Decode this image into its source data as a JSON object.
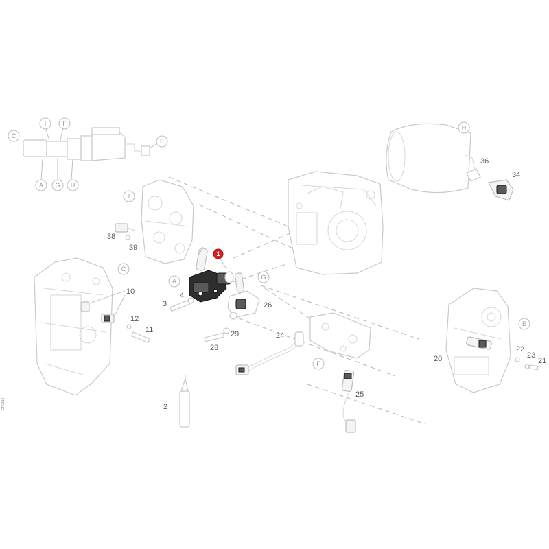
{
  "diagram": {
    "highlight": {
      "number": "1",
      "color": "#d62222"
    },
    "callouts": {
      "c2": "2",
      "c3": "3",
      "c4": "4",
      "c10": "10",
      "c11": "11",
      "c12": "12",
      "c20": "20",
      "c21": "21",
      "c22": "22",
      "c23": "23",
      "c24": "24",
      "c25": "25",
      "c26": "26",
      "c28": "28",
      "c29": "29",
      "c34": "34",
      "c36": "36",
      "c38": "38",
      "c39": "39"
    },
    "view_letters": {
      "top_c": "C",
      "top_i": "I",
      "top_f": "F",
      "top_e": "E",
      "top_a": "A",
      "top_g": "G",
      "top_h": "H",
      "tank_h": "H",
      "block_i": "I",
      "plate_c": "C",
      "valve_a": "A",
      "valve_g": "G",
      "block_f": "F",
      "right_e": "E"
    },
    "side_code": "GP0316"
  }
}
